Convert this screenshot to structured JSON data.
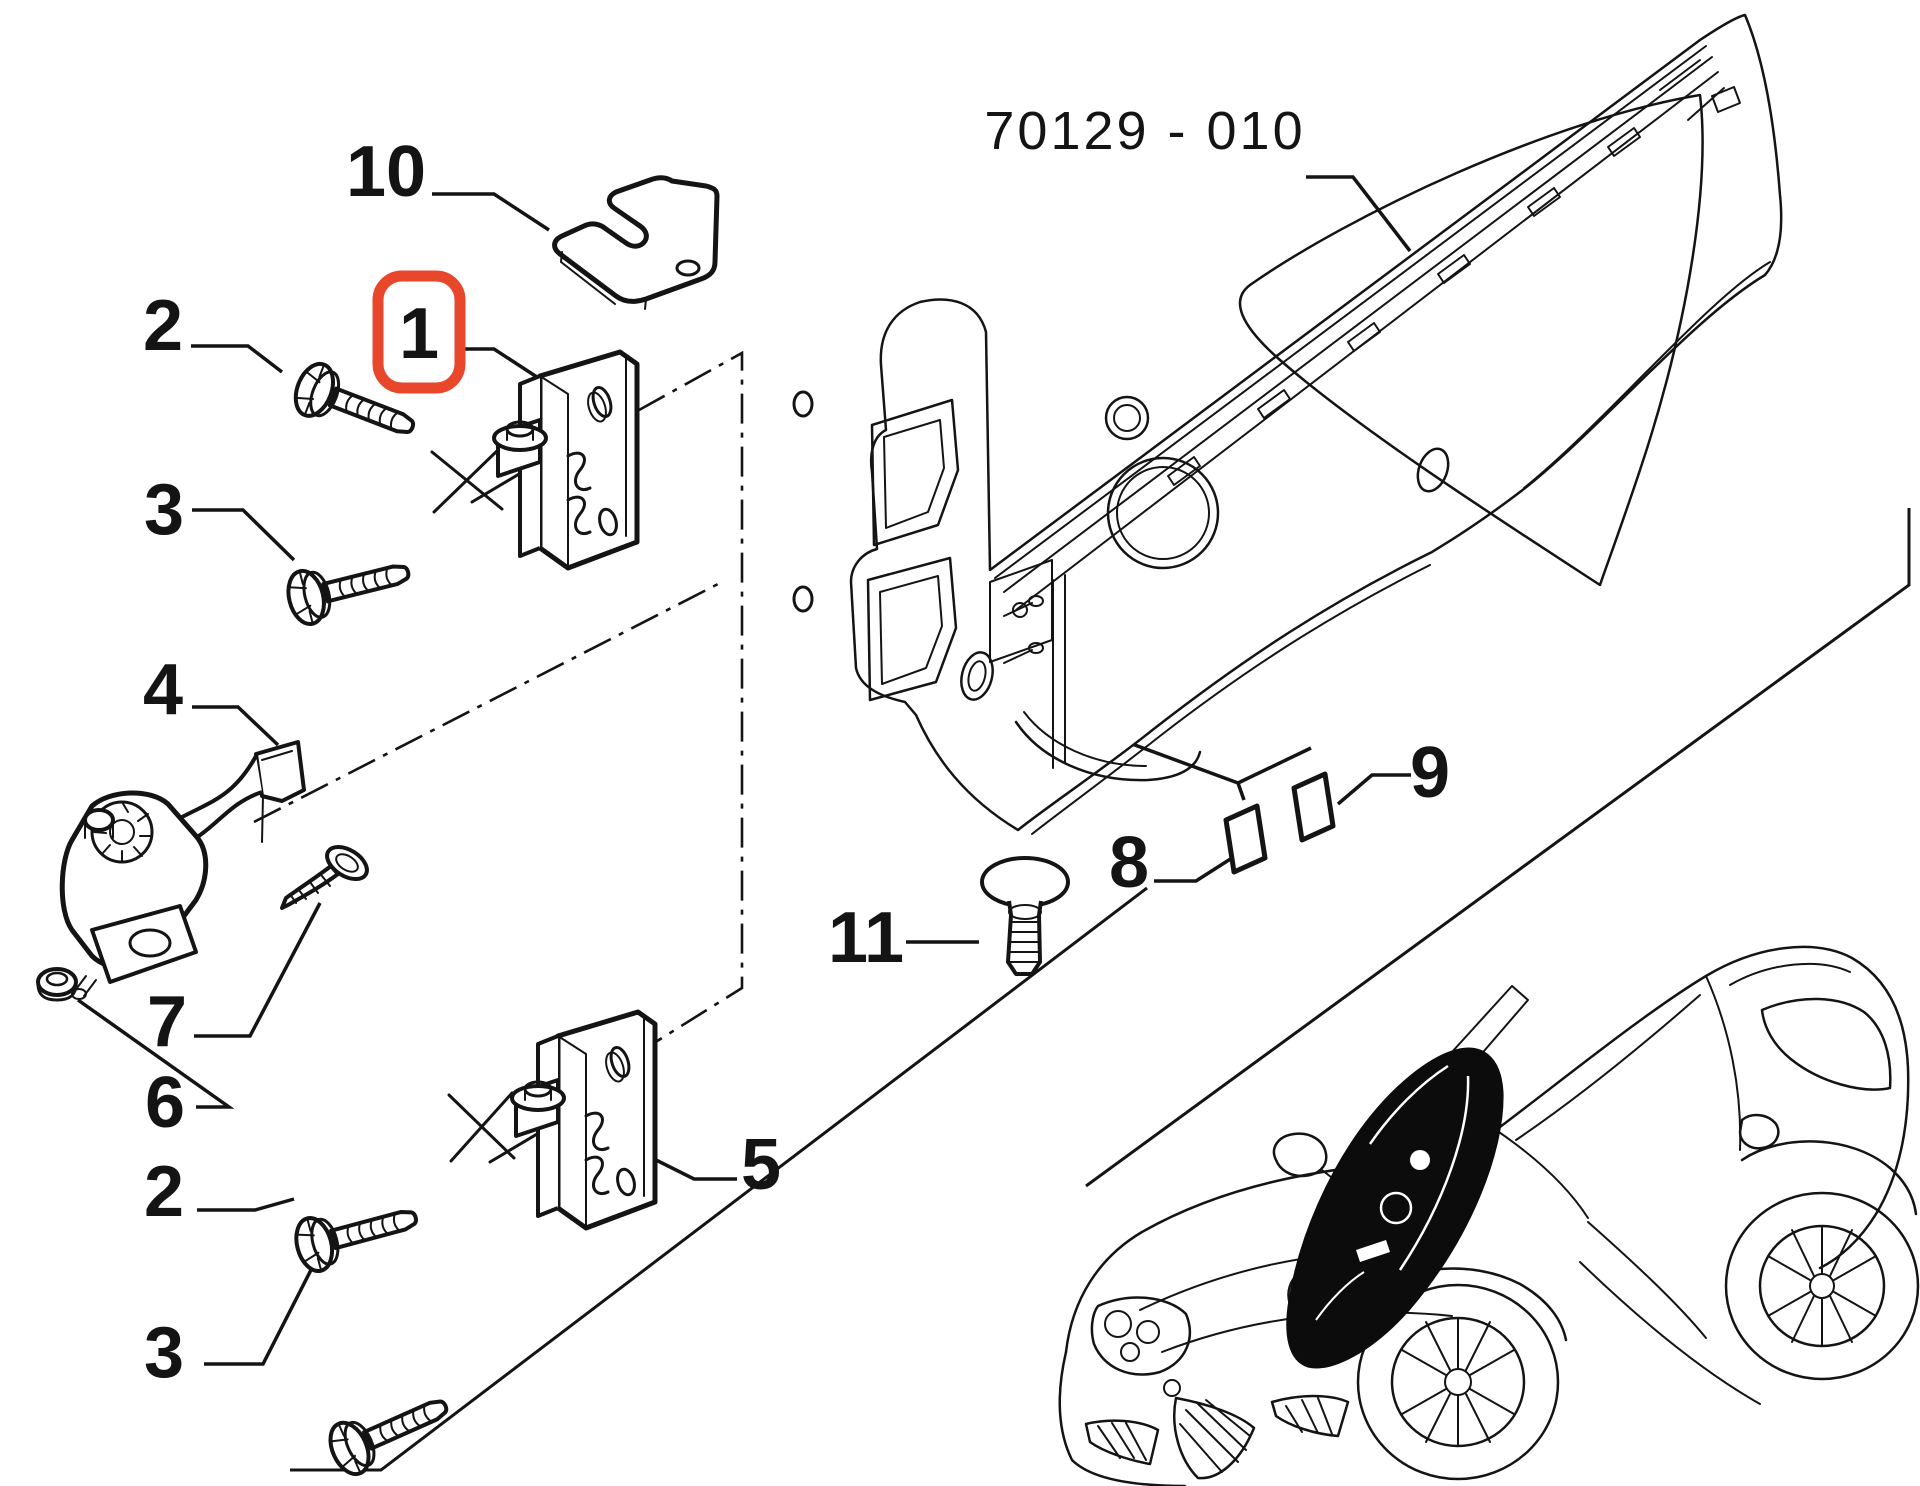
{
  "plate": {
    "title": "70129 - 010"
  },
  "colors": {
    "ink": "#141414",
    "highlight": "#e8472c",
    "paper": "#ffffff"
  },
  "callouts": {
    "n10": "10",
    "n2a": "2",
    "n1": "1",
    "n3a": "3",
    "n4": "4",
    "n7": "7",
    "n6": "6",
    "n2b": "2",
    "n3b": "3",
    "n5": "5",
    "n11": "11",
    "n8": "8",
    "n9": "9"
  }
}
